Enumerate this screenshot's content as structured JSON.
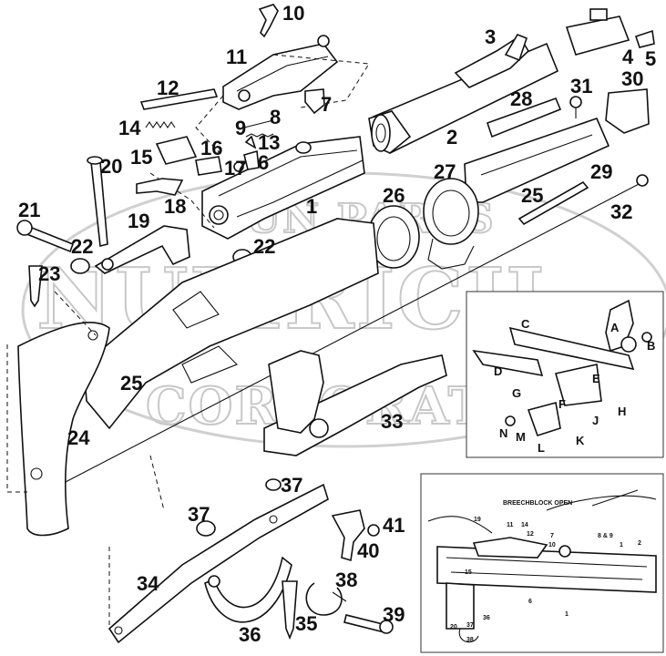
{
  "watermark": {
    "line1": "NUMRICH",
    "line2": "GUN PARTS",
    "line3": "CORPORATION"
  },
  "main_callouts": [
    "1",
    "2",
    "3",
    "4",
    "5",
    "6",
    "7",
    "8",
    "9",
    "10",
    "11",
    "12",
    "13",
    "14",
    "15",
    "16",
    "17",
    "18",
    "19",
    "20",
    "21",
    "22",
    "22",
    "23",
    "24",
    "25",
    "25",
    "26",
    "27",
    "28",
    "29",
    "30",
    "31",
    "32",
    "33",
    "34",
    "35",
    "36",
    "37",
    "37",
    "38",
    "39",
    "40",
    "41"
  ],
  "lock_callouts": [
    "A",
    "B",
    "C",
    "D",
    "E",
    "F",
    "G",
    "H",
    "J",
    "K",
    "L",
    "M",
    "N"
  ],
  "inset": {
    "title": "BREECHBLOCK OPEN",
    "callouts": [
      "19",
      "11",
      "14",
      "12",
      "7",
      "10",
      "8 & 9",
      "1",
      "2",
      "15",
      "6",
      "20",
      "37",
      "36",
      "38",
      "1"
    ]
  }
}
